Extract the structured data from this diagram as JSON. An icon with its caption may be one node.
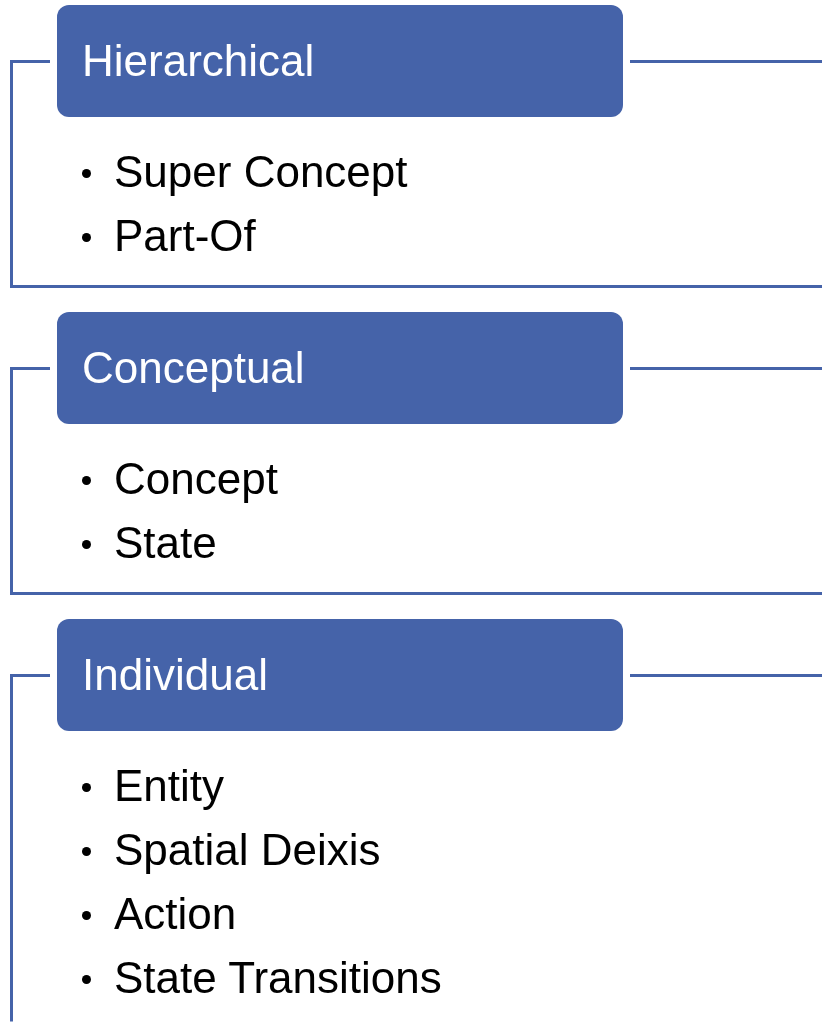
{
  "diagram": {
    "nodes": [
      {
        "text": [
          "Hierarchical"
        ]
      },
      {
        "text": [
          "Super Concept",
          "Part-Of"
        ]
      },
      {
        "text": [
          "Conceptual"
        ]
      },
      {
        "text": [
          "Concept",
          "State"
        ]
      },
      {
        "text": [
          "Individual"
        ]
      },
      {
        "text": [
          "Entity",
          "Spatial Deixis",
          "Action",
          "State Transitions"
        ]
      }
    ],
    "edges": []
  }
}
